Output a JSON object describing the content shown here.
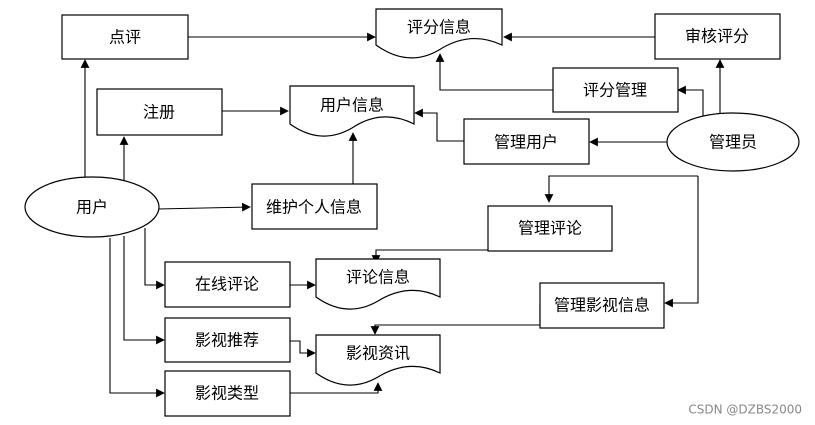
{
  "nodes": {
    "dianping": "点评",
    "pingfen_xinxi": "评分信息",
    "shenhe_pingfen": "审核评分",
    "zhuce": "注册",
    "yonghu_xinxi": "用户信息",
    "pingfen_guanli": "评分管理",
    "guanli_yonghu": "管理用户",
    "guanliyuan": "管理员",
    "yonghu": "用户",
    "weihu_geren": "维护个人信息",
    "guanli_pinglun": "管理评论",
    "zaixian_pinglun": "在线评论",
    "pinglun_xinxi": "评论信息",
    "guanli_yingshi": "管理影视信息",
    "yingshi_tuijian": "影视推荐",
    "yingshi_zixun": "影视资讯",
    "yingshi_leixing": "影视类型"
  },
  "watermark": "CSDN @DZBS2000"
}
